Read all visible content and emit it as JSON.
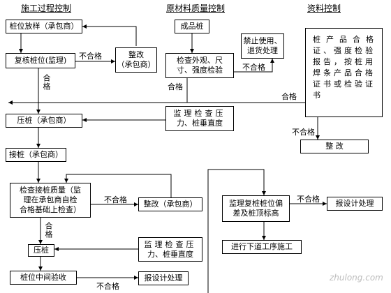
{
  "headers": {
    "construction": "施工过程控制",
    "material": "原材料质量控制",
    "documents": "资料控制"
  },
  "boxes": {
    "pile_setout": "桩位放样（承包商）",
    "verify_position": "复核桩位(监理)",
    "rectify_1": [
      "整改",
      "（承包商）"
    ],
    "finished_pile": "成品桩",
    "inspect_appearance": [
      "检查外观、尺",
      "寸、强度检验"
    ],
    "prohibit_use": [
      "禁止使用、",
      "退货处理"
    ],
    "documents": [
      "桩产品合格",
      "证、强度检验",
      "报告，按桩用",
      "焊条产品合格",
      "证书或检验证",
      "书"
    ],
    "rectify_docs": "整 改",
    "pressing": "压桩（承包商）",
    "supervise_pressure_1": [
      "监理检查压",
      "力、桩垂直度"
    ],
    "joint_pile": "接桩（承包商）",
    "inspect_joint": [
      "检查接桩质量（监",
      "理在承包商自检",
      "合格基础上检查）"
    ],
    "rectify_2": "整改（承包商）",
    "pressing_2": "压桩",
    "supervise_pressure_2": [
      "监理检查压",
      "力、桩垂直度"
    ],
    "interim_acceptance": "桩位中间验收",
    "report_design_1": "报设计处理",
    "recheck_position": [
      "监理复桩桩位偏",
      "差及桩顶标高"
    ],
    "report_design_2": "报设计处理",
    "next_process": "进行下道工序施工"
  },
  "labels": {
    "fail": "不合格",
    "pass": "合格"
  },
  "watermark": "zhulong.com"
}
